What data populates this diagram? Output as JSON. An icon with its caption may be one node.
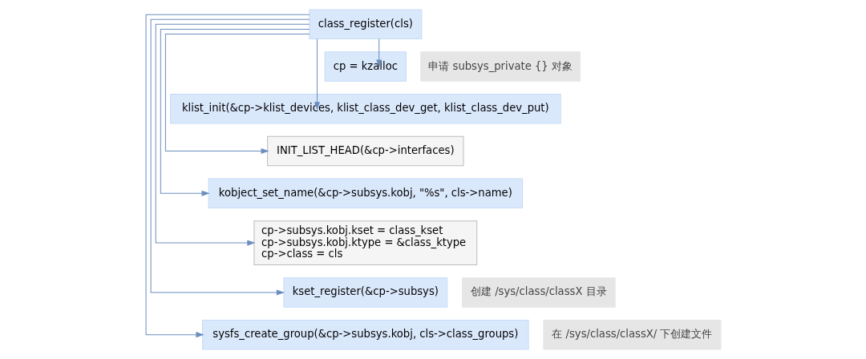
{
  "diagram": {
    "nodes": [
      {
        "text": [
          "class_register(cls)"
        ]
      },
      {
        "text": [
          "cp = kzalloc"
        ],
        "beside": [
          "申请 subsys_private {} 对象"
        ]
      },
      {
        "text": [
          "klist_init(&cp->klist_devices, klist_class_dev_get, klist_class_dev_put)"
        ]
      },
      {
        "text": [
          "INIT_LIST_HEAD(&cp->interfaces)"
        ]
      },
      {
        "text": [
          "kobject_set_name(&cp->subsys.kobj, \"%s\", cls->name)"
        ]
      },
      {
        "text": [
          "cp->subsys.kobj.kset = class_kset",
          "cp->subsys.kobj.ktype = &class_ktype",
          "cp->class = cls"
        ]
      },
      {
        "text": [
          "kset_register(&cp->subsys)"
        ],
        "beside": [
          "创建 /sys/class/classX 目录"
        ]
      },
      {
        "text": [
          "sysfs_create_group(&cp->subsys.kobj, cls->class_groups)"
        ],
        "beside": [
          "在 /sys/class/classX/ 下创建文件"
        ]
      }
    ],
    "edges": [
      {
        "from": 0,
        "to": 1,
        "arrow": "to"
      },
      {
        "from": 0,
        "to": 2,
        "arrow": "to"
      },
      {
        "from": 0,
        "to": 3,
        "arrow": "to"
      },
      {
        "from": 0,
        "to": 4,
        "arrow": "to"
      },
      {
        "from": 0,
        "to": 5,
        "arrow": "to"
      },
      {
        "from": 0,
        "to": 6,
        "arrow": "to"
      },
      {
        "from": 0,
        "to": 7,
        "arrow": "to"
      }
    ]
  }
}
